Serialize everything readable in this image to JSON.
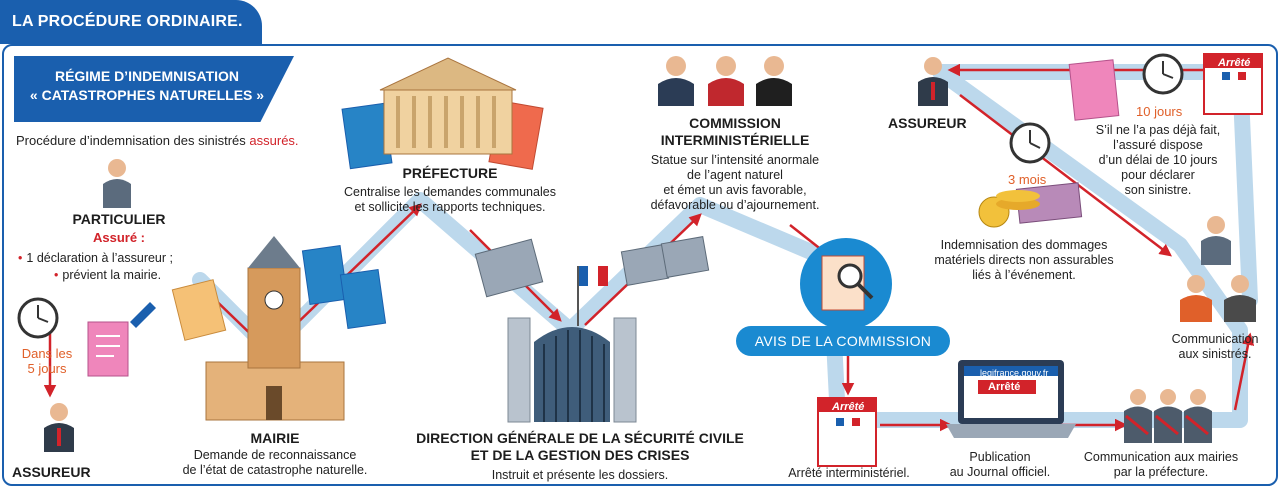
{
  "header": {
    "tab_title": "LA PROCÉDURE ORDINAIRE."
  },
  "banner": {
    "line1": "RÉGIME D’INDEMNISATION",
    "line2": "« CATASTROPHES NATURELLES »"
  },
  "intro": {
    "text": "Procédure d’indemnisation des sinistrés ",
    "highlight": "assurés."
  },
  "particulier": {
    "title": "PARTICULIER",
    "subtitle": "Assuré :",
    "bullet1": "1 déclaration à l’assureur ;",
    "bullet2": "prévient la mairie.",
    "delay_line1": "Dans les",
    "delay_line2": "5 jours"
  },
  "assureur_left": {
    "title": "ASSUREUR"
  },
  "mairie": {
    "title": "MAIRIE",
    "line1": "Demande de reconnaissance",
    "line2": "de l’état de catastrophe naturelle."
  },
  "prefecture": {
    "title": "PRÉFECTURE",
    "line1": "Centralise les demandes communales",
    "line2": "et sollicite les rapports techniques."
  },
  "dgscgc": {
    "title_line1": "DIRECTION GÉNÉRALE DE LA SÉCURITÉ CIVILE",
    "title_line2": "ET DE LA GESTION DES CRISES",
    "line1": "Instruit et présente les dossiers."
  },
  "commission": {
    "title_line1": "COMMISSION",
    "title_line2": "INTERMINISTÉRIELLE",
    "line1": "Statue sur l’intensité anormale",
    "line2": "de l’agent naturel",
    "line3": "et émet un avis favorable,",
    "line4": "défavorable ou d’ajournement."
  },
  "avis": {
    "label": "AVIS DE LA COMMISSION"
  },
  "arrete": {
    "label": "Arrêté interministériel.",
    "doc_title": "Arrêté"
  },
  "publication": {
    "line1": "Publication",
    "line2": "au Journal officiel.",
    "site": "legifrance.gouv.fr",
    "doc_title": "Arrêté"
  },
  "communication_mairies": {
    "line1": "Communication aux mairies",
    "line2": "par la préfecture."
  },
  "communication_sinistres": {
    "line1": "Communication",
    "line2": "aux sinistrés."
  },
  "assureur_right": {
    "title": "ASSUREUR"
  },
  "declaration_10": {
    "delay": "10 jours",
    "line1": "S’il ne l’a pas déjà fait,",
    "line2": "l’assuré dispose",
    "line3": "d’un délai de 10 jours",
    "line4": "pour déclarer",
    "line5": "son sinistre.",
    "doc_title": "Arrêté"
  },
  "indemnisation": {
    "delay": "3 mois",
    "line1": "Indemnisation des dommages",
    "line2": "matériels directs non assurables",
    "line3": "liés à l’événement."
  },
  "colors": {
    "brand_blue": "#1a5fae",
    "light_blue": "#bcd8ec",
    "arrow_red": "#d2232a",
    "accent_orange": "#e0602a"
  }
}
